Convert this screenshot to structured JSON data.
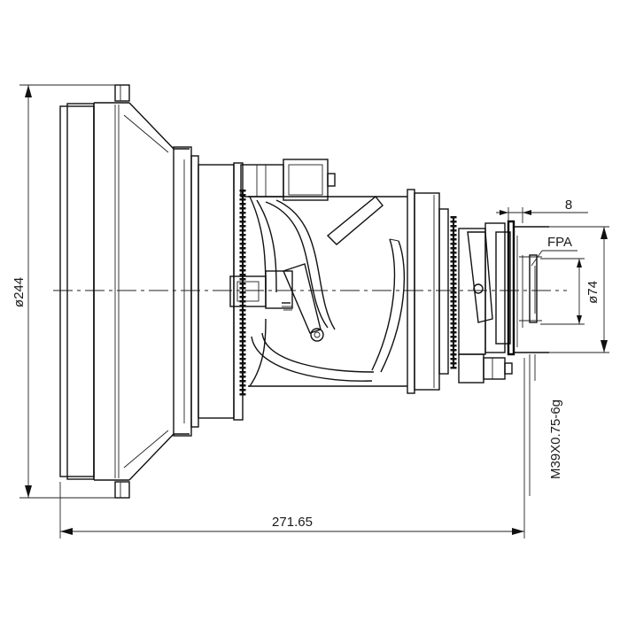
{
  "drawing": {
    "dimensions": {
      "overall_length": "271.65",
      "front_diameter": "ø244",
      "rear_diameter": "ø74",
      "flange_offset": "8",
      "thread_spec": "M39X0.75-6g",
      "focal_plane_label": "FPA"
    }
  }
}
